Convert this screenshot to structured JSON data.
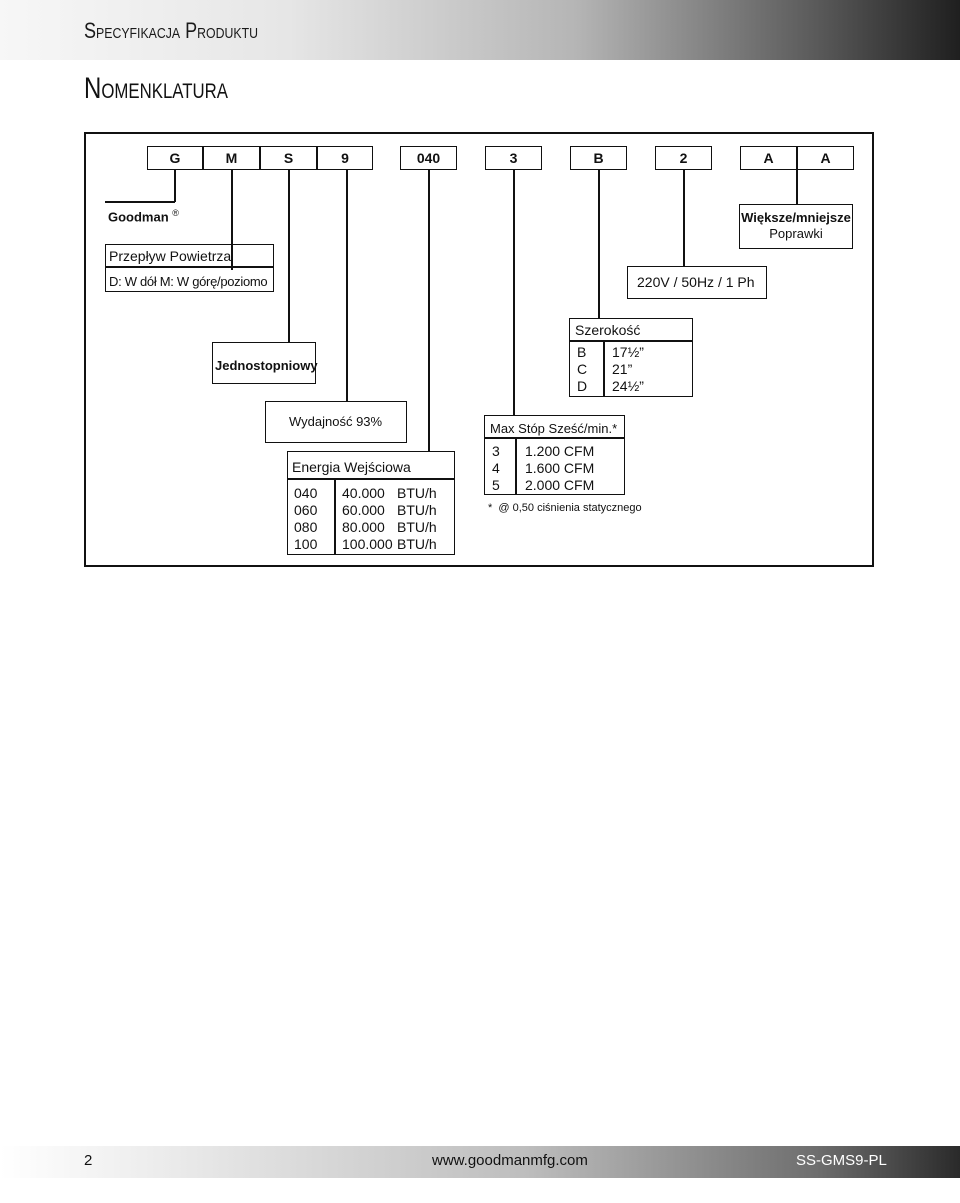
{
  "header": {
    "title": "Specyfikacja Produktu"
  },
  "section": {
    "title": "Nomenklatura"
  },
  "model_code": [
    "G",
    "M",
    "S",
    "9",
    "040",
    "3",
    "B",
    "2",
    "A",
    "A"
  ],
  "goodman": {
    "label": "Goodman",
    "mark": "®"
  },
  "airflow": {
    "title": "Przepływ Powietrza",
    "desc": "D: W dół M: W górę/poziomo"
  },
  "stage": {
    "label": "Jednostopniowy"
  },
  "efficiency": {
    "label": "Wydajność 93%"
  },
  "input": {
    "title": "Energia Wejściowa",
    "rows": [
      {
        "code": "040",
        "value": "40.000",
        "unit": "BTU/h"
      },
      {
        "code": "060",
        "value": "60.000",
        "unit": "BTU/h"
      },
      {
        "code": "080",
        "value": "80.000",
        "unit": "BTU/h"
      },
      {
        "code": "100",
        "value": "100.000",
        "unit": "BTU/h"
      }
    ]
  },
  "cfm": {
    "title": "Max Stóp Sześć/min.*",
    "rows": [
      {
        "code": "3",
        "value": "1.200 CFM"
      },
      {
        "code": "4",
        "value": "1.600 CFM"
      },
      {
        "code": "5",
        "value": "2.000 CFM"
      }
    ],
    "note": "*  @ 0,50 ciśnienia statycznego"
  },
  "width": {
    "title": "Szerokość",
    "rows": [
      {
        "code": "B",
        "value": "17½”"
      },
      {
        "code": "C",
        "value": "21”"
      },
      {
        "code": "D",
        "value": "24½”"
      }
    ]
  },
  "electrical": {
    "label": "220V / 50Hz / 1 Ph"
  },
  "revisions": {
    "line1": "Większe/mniejsze",
    "line2": "Poprawki"
  },
  "footer": {
    "page": "2",
    "url": "www.goodmanmfg.com",
    "doc": "SS-GMS9-PL"
  }
}
